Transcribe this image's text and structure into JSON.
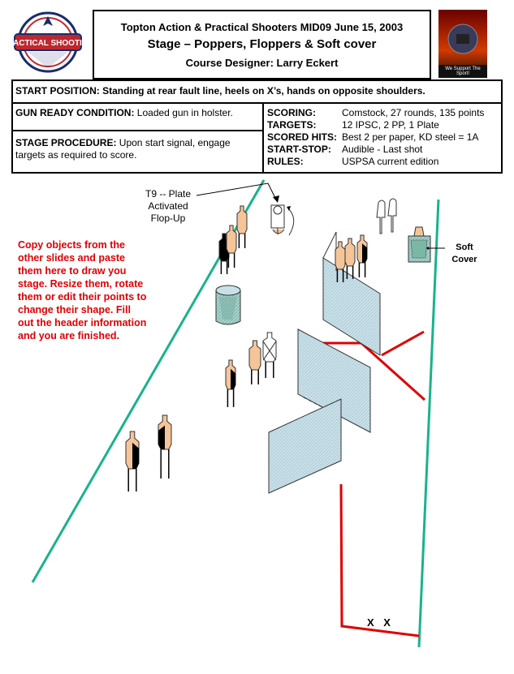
{
  "header": {
    "line1": "Topton Action & Practical Shooters MID09 June 15, 2003",
    "line2": "Stage – Poppers, Floppers & Soft cover",
    "line3": "Course Designer: Larry Eckert"
  },
  "left_logo": {
    "icon": "uspsa-logo-icon",
    "text": "UNITED STATES PRACTICAL SHOOTING ASSOCIATION"
  },
  "right_logo": {
    "icon": "we-support-the-sport-logo-icon",
    "text": "We Support The Sport!"
  },
  "start_position": {
    "label": "START POSITION:",
    "value": "Standing at rear fault line, heels on X’s, hands on opposite shoulders."
  },
  "gun_ready": {
    "label": "GUN READY CONDITION:",
    "value": "Loaded gun in holster."
  },
  "stage_procedure": {
    "label": "STAGE PROCEDURE:",
    "value_line1": "Upon start signal, engage",
    "value_line2": "targets as required to score."
  },
  "specs": [
    {
      "label": "SCORING:",
      "value": "Comstock, 27 rounds, 135 points"
    },
    {
      "label": "TARGETS:",
      "value": "12 IPSC, 2 PP, 1 Plate"
    },
    {
      "label": "SCORED HITS:",
      "value": "Best 2 per paper, KD steel = 1A"
    },
    {
      "label": "START-STOP:",
      "value": "Audible - Last shot"
    },
    {
      "label": "RULES:",
      "value": "USPSA current edition"
    }
  ],
  "diagram": {
    "plate_caption_line1": "T9 -- Plate",
    "plate_caption_line2": "Activated",
    "plate_caption_line3": "Flop-Up",
    "soft_cover_line1": "Soft",
    "soft_cover_line2": "Cover",
    "instructions": "Copy objects from the other slides and paste them here to draw you stage.  Resize them, rotate them or edit their points to change their shape.  Fill out the header information and you are finished.",
    "start_marks": "X X",
    "colors": {
      "fault_line": "#19b38a",
      "wall_line": "#e00000",
      "target_tan": "#f5c59a",
      "panel": "#c7dde6",
      "instructions": "#e00000"
    }
  }
}
